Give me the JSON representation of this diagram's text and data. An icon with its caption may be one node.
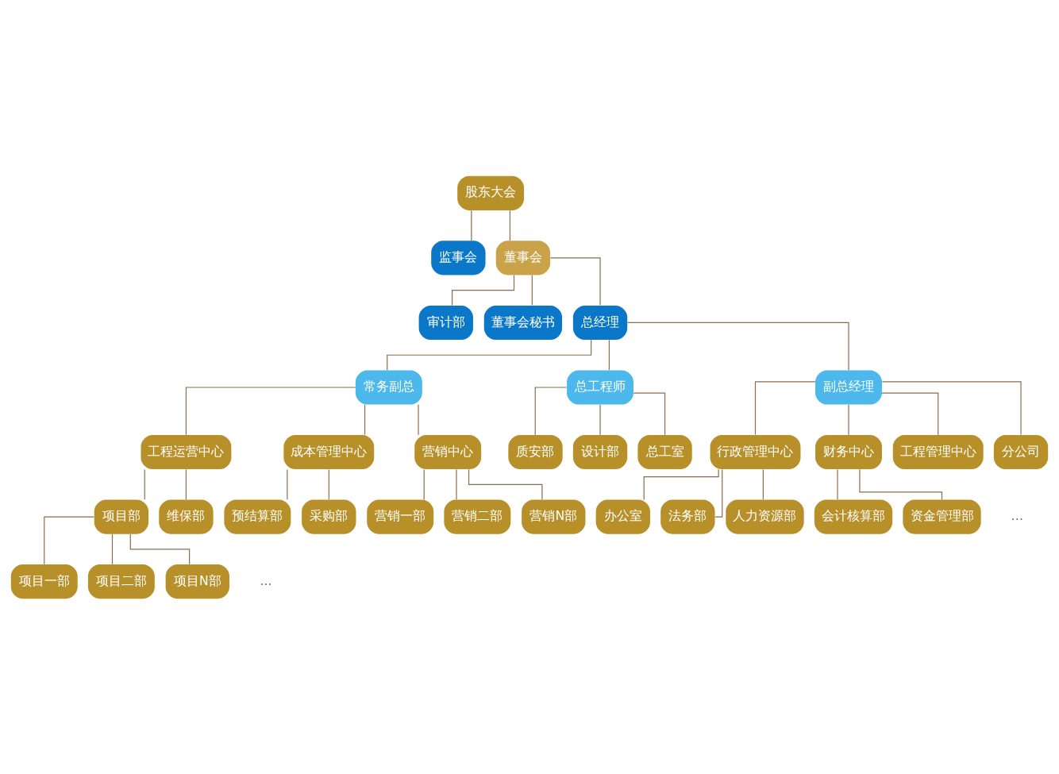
{
  "diagram": {
    "nodes": [
      {
        "text": [
          "股东大会"
        ]
      },
      {
        "text": [
          "监事会"
        ]
      },
      {
        "text": [
          "董事会"
        ]
      },
      {
        "text": [
          "审计部"
        ]
      },
      {
        "text": [
          "董事会秘书"
        ]
      },
      {
        "text": [
          "总经理"
        ]
      },
      {
        "text": [
          "常务副总"
        ]
      },
      {
        "text": [
          "总工程师"
        ]
      },
      {
        "text": [
          "副总经理"
        ]
      },
      {
        "text": [
          "工程运营中心"
        ]
      },
      {
        "text": [
          "成本管理中心"
        ]
      },
      {
        "text": [
          "营销中心"
        ]
      },
      {
        "text": [
          "质安部"
        ]
      },
      {
        "text": [
          "设计部"
        ]
      },
      {
        "text": [
          "总工室"
        ]
      },
      {
        "text": [
          "行政管理中心"
        ]
      },
      {
        "text": [
          "财务中心"
        ]
      },
      {
        "text": [
          "工程管理中心"
        ]
      },
      {
        "text": [
          "分公司"
        ]
      },
      {
        "text": [
          "项目部"
        ]
      },
      {
        "text": [
          "维保部"
        ]
      },
      {
        "text": [
          "预结算部"
        ]
      },
      {
        "text": [
          "采购部"
        ]
      },
      {
        "text": [
          "营销一部"
        ]
      },
      {
        "text": [
          "营销二部"
        ]
      },
      {
        "text": [
          "营销N部"
        ]
      },
      {
        "text": [
          "办公室"
        ]
      },
      {
        "text": [
          "法务部"
        ]
      },
      {
        "text": [
          "人力资源部"
        ]
      },
      {
        "text": [
          "会计核算部"
        ]
      },
      {
        "text": [
          "资金管理部"
        ]
      },
      {
        "text": [
          "项目一部"
        ]
      },
      {
        "text": [
          "项目二部"
        ]
      },
      {
        "text": [
          "项目N部"
        ]
      }
    ],
    "edges": [
      {
        "from": 0,
        "to": 1,
        "arrow": "none"
      },
      {
        "from": 0,
        "to": 2,
        "arrow": "none"
      },
      {
        "from": 2,
        "to": 3,
        "arrow": "none"
      },
      {
        "from": 2,
        "to": 4,
        "arrow": "none"
      },
      {
        "from": 2,
        "to": 5,
        "arrow": "none"
      },
      {
        "from": 5,
        "to": 6,
        "arrow": "none"
      },
      {
        "from": 5,
        "to": 7,
        "arrow": "none"
      },
      {
        "from": 5,
        "to": 8,
        "arrow": "none"
      },
      {
        "from": 6,
        "to": 9,
        "arrow": "none"
      },
      {
        "from": 6,
        "to": 10,
        "arrow": "none"
      },
      {
        "from": 6,
        "to": 11,
        "arrow": "none"
      },
      {
        "from": 7,
        "to": 12,
        "arrow": "none"
      },
      {
        "from": 7,
        "to": 13,
        "arrow": "none"
      },
      {
        "from": 7,
        "to": 14,
        "arrow": "none"
      },
      {
        "from": 8,
        "to": 15,
        "arrow": "none"
      },
      {
        "from": 8,
        "to": 16,
        "arrow": "none"
      },
      {
        "from": 8,
        "to": 17,
        "arrow": "none"
      },
      {
        "from": 8,
        "to": 18,
        "arrow": "none"
      },
      {
        "from": 9,
        "to": 19,
        "arrow": "none"
      },
      {
        "from": 9,
        "to": 20,
        "arrow": "none"
      },
      {
        "from": 10,
        "to": 21,
        "arrow": "none"
      },
      {
        "from": 10,
        "to": 22,
        "arrow": "none"
      },
      {
        "from": 11,
        "to": 23,
        "arrow": "none"
      },
      {
        "from": 11,
        "to": 24,
        "arrow": "none"
      },
      {
        "from": 11,
        "to": 25,
        "arrow": "none"
      },
      {
        "from": 15,
        "to": 26,
        "arrow": "none"
      },
      {
        "from": 15,
        "to": 27,
        "arrow": "none"
      },
      {
        "from": 15,
        "to": 28,
        "arrow": "none"
      },
      {
        "from": 16,
        "to": 29,
        "arrow": "none"
      },
      {
        "from": 16,
        "to": 30,
        "arrow": "none"
      },
      {
        "from": 19,
        "to": 31,
        "arrow": "none"
      },
      {
        "from": 19,
        "to": 32,
        "arrow": "none"
      },
      {
        "from": 19,
        "to": 33,
        "arrow": "none"
      }
    ],
    "labels": [
      "…",
      "…"
    ]
  }
}
